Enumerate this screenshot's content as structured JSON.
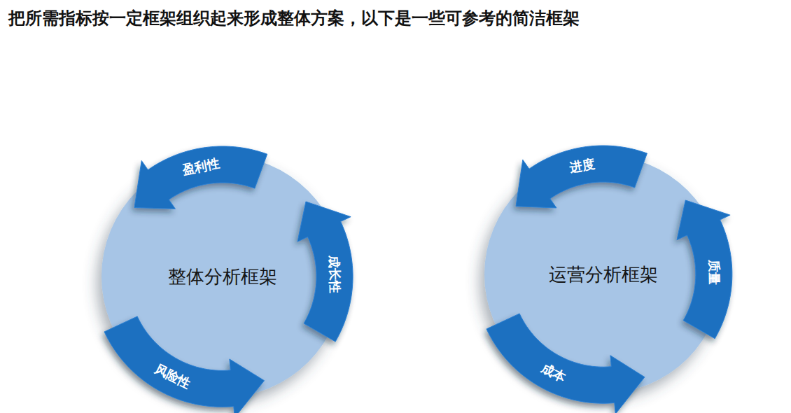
{
  "diagram": {
    "title": "把所需指标按一定框架组织起来形成整体方案，以下是一些可参考的简洁框架",
    "nodes": [
      {
        "text": [
          "整体分析框架"
        ]
      },
      {
        "text": [
          "盈利性"
        ]
      },
      {
        "text": [
          "成长性"
        ]
      },
      {
        "text": [
          "风险性"
        ]
      },
      {
        "text": [
          "运营分析框架"
        ]
      },
      {
        "text": [
          "进度"
        ]
      },
      {
        "text": [
          "质量"
        ]
      },
      {
        "text": [
          "成本"
        ]
      }
    ]
  }
}
